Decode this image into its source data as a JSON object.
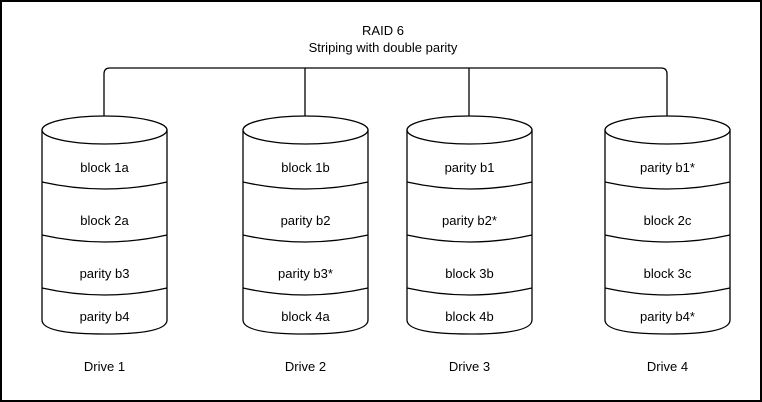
{
  "diagram": {
    "title": "RAID 6",
    "subtitle": "Striping with double parity",
    "stroke_color": "#000000",
    "fill_color": "#ffffff",
    "border_color": "#000000",
    "connector_icon": "bus-connector-icon",
    "drives": [
      {
        "label": "Drive 1",
        "cylinder_icon": "disk-cylinder-icon",
        "blocks": [
          "block 1a",
          "block 2a",
          "parity b3",
          "parity b4"
        ]
      },
      {
        "label": "Drive 2",
        "cylinder_icon": "disk-cylinder-icon",
        "blocks": [
          "block 1b",
          "parity b2",
          "parity b3*",
          "block 4a"
        ]
      },
      {
        "label": "Drive 3",
        "cylinder_icon": "disk-cylinder-icon",
        "blocks": [
          "parity b1",
          "parity b2*",
          "block 3b",
          "block 4b"
        ]
      },
      {
        "label": "Drive 4",
        "cylinder_icon": "disk-cylinder-icon",
        "blocks": [
          "parity b1*",
          "block 2c",
          "block 3c",
          "parity b4*"
        ]
      }
    ]
  }
}
